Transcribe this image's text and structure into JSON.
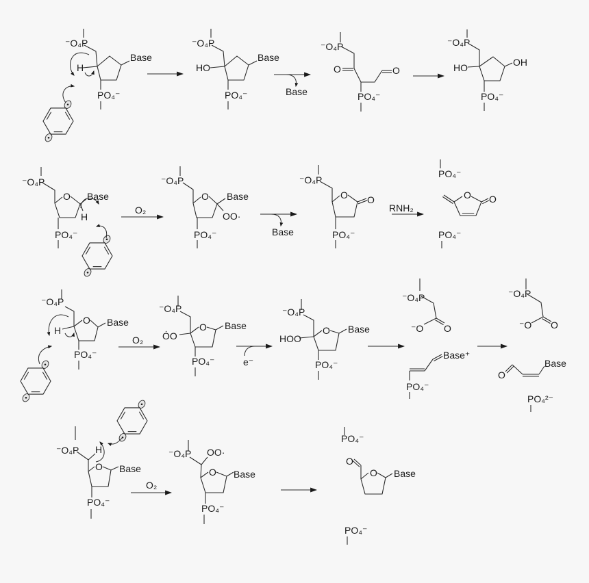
{
  "colors": {
    "background": "#f7f7f7",
    "ink": "#1a1a1a"
  },
  "rows": [
    {
      "molecules": [
        {
          "labels": [
            "⁻O₄P",
            "H",
            "Base",
            "PO₄⁻"
          ]
        },
        {
          "labels": [
            "⁻O₄P",
            "HO",
            "Base",
            "PO₄⁻"
          ]
        },
        {
          "labels": [
            "⁻O₄P",
            "O",
            "O",
            "PO₄⁻"
          ]
        },
        {
          "labels": [
            "⁻O₄P",
            "HO",
            "OH",
            "PO₄⁻"
          ]
        }
      ],
      "reagents": [
        "Base"
      ]
    },
    {
      "molecules": [
        {
          "labels": [
            "⁻O₄P",
            "O",
            "Base",
            "H",
            "PO₄⁻"
          ]
        },
        {
          "labels": [
            "⁻O₄P",
            "O",
            "Base",
            "OO·",
            "PO₄⁻"
          ]
        },
        {
          "labels": [
            "⁻O₄P",
            "O",
            "O",
            "PO₄⁻"
          ]
        },
        {
          "labels": [
            "PO₄⁻",
            "O",
            "O",
            "PO₄⁻"
          ]
        }
      ],
      "reagents": [
        "O₂",
        "Base",
        "RNH₂"
      ]
    },
    {
      "molecules": [
        {
          "labels": [
            "⁻O₄P",
            "H",
            "O",
            "Base",
            "PO₄⁻"
          ]
        },
        {
          "labels": [
            "⁻O₄P",
            "ȮO",
            "O",
            "Base",
            "PO₄⁻"
          ]
        },
        {
          "labels": [
            "⁻O₄P",
            "HOO",
            "O",
            "Base",
            "PO₄⁻"
          ]
        },
        {
          "labels": [
            "⁻O₄P",
            "⁻O",
            "O",
            "Base⁺",
            "PO₄⁻"
          ]
        },
        {
          "labels": [
            "⁻O₄P",
            "⁻O",
            "O",
            "O",
            "Base",
            "PO₄²⁻"
          ]
        }
      ],
      "reagents": [
        "O₂",
        "e⁻"
      ]
    },
    {
      "molecules": [
        {
          "labels": [
            "⁻O₄P",
            "H",
            "O",
            "Base",
            "PO₄⁻"
          ]
        },
        {
          "labels": [
            "⁻O₄P",
            "OO·",
            "O",
            "Base",
            "PO₄⁻"
          ]
        },
        {
          "labels": [
            "PO₄⁻",
            "O",
            "O",
            "Base",
            "PO₄⁻"
          ]
        }
      ],
      "reagents": [
        "O₂"
      ]
    }
  ]
}
